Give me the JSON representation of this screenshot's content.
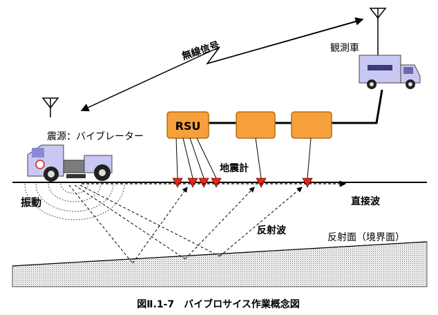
{
  "labels": {
    "wireless_signal": "無線信号",
    "observation_vehicle": "観測車",
    "source_label": "震源：バイブレーター",
    "rsu": "RSU",
    "geophone": "地震計",
    "vibration": "振動",
    "direct_wave": "直接波",
    "reflected_wave": "反射波",
    "reflection_surface": "反射面（境界面）",
    "caption": "図Ⅱ.1-7　バイブロサイス作業概念図"
  },
  "colors": {
    "box_fill": "#f5a03a",
    "box_stroke": "#b86b10",
    "geophone": "#e0281e",
    "truck_body": "#c9c8f2",
    "ground": "#000000"
  },
  "icons": {
    "antenna": "antenna-icon",
    "truck": "truck-icon",
    "geophone": "triangle-down-icon"
  }
}
